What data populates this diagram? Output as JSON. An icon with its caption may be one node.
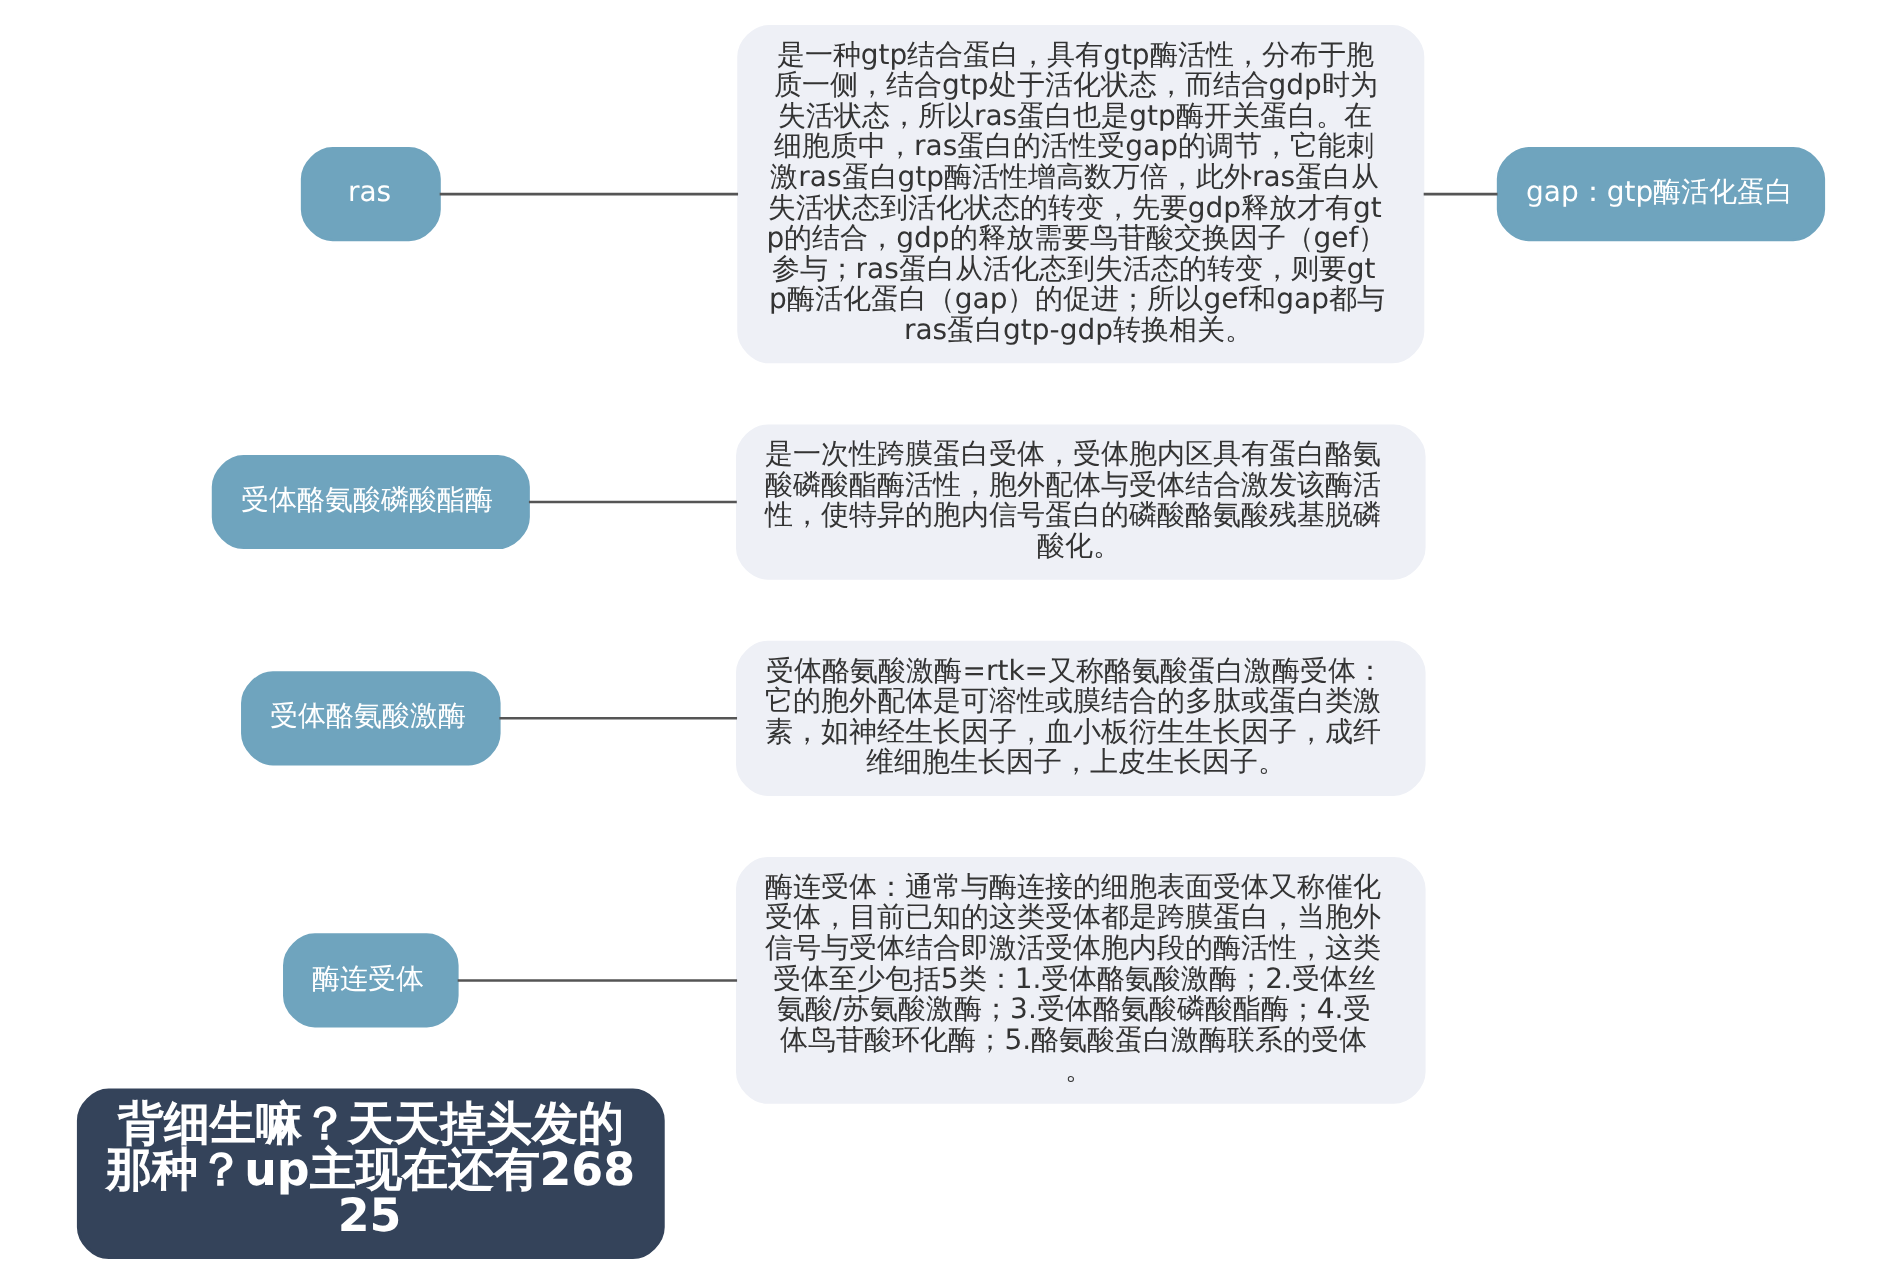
{
  "diagram": {
    "nodes": [
      {
        "text": [
          "背细生嘛？天天掉头发的那种？up主现在还有26825"
        ]
      },
      {
        "text": [
          "酶连受体"
        ]
      },
      {
        "text": [
          "酶连受体：通常与酶连接的细胞表面受体又称催化受体，目前已知的这类受体都是跨膜蛋白，当胞外信号与受体结合即激活受体胞内段的酶活性，这类受体至少包括5类：1.受体酪氨酸激酶；2.受体丝氨酸/苏氨酸激酶；3.受体酪氨酸磷酸酯酶；4.受体鸟苷酸环化酶；5.酪氨酸蛋白激酶联系的受体。"
        ]
      },
      {
        "text": [
          "受体酪氨酸激酶"
        ]
      },
      {
        "text": [
          "受体酪氨酸激酶=rtk=又称酪氨酸蛋白激酶受体：它的胞外配体是可溶性或膜结合的多肽或蛋白类激素，如神经生长因子，血小板衍生生长因子，成纤维细胞生长因子，上皮生长因子。"
        ]
      },
      {
        "text": [
          "受体酪氨酸磷酸酯酶"
        ]
      },
      {
        "text": [
          "是一次性跨膜蛋白受体，受体胞内区具有蛋白酪氨酸磷酸酯酶活性，胞外配体与受体结合激发该酶活性，使特异的胞内信号蛋白的磷酸酪氨酸残基脱磷酸化。"
        ]
      },
      {
        "text": [
          "ras"
        ]
      },
      {
        "text": [
          "是一种gtp结合蛋白，具有gtp酶活性，分布于胞质一侧，结合gtp处于活化状态，而结合gdp时为失活状态，所以ras蛋白也是gtp酶开关蛋白。在细胞质中，ras蛋白的活性受gap的调节，它能刺激ras蛋白gtp酶活性增高数万倍，此外ras蛋白从失活状态到活化状态的转变，先要gdp释放才有gtp的结合，gdp的释放需要鸟苷酸交换因子（gef）参与；ras蛋白从活化态到失活态的转变，则要gtp酶活化蛋白（gap）的促进；所以gef和gap都与ras蛋白gtp-gdp转换相关。"
        ]
      },
      {
        "text": [
          "gap：gtp酶活化蛋白"
        ]
      }
    ],
    "edges": [
      {
        "from": 1,
        "to": 2,
        "arrow": "none"
      },
      {
        "from": 3,
        "to": 4,
        "arrow": "none"
      },
      {
        "from": 5,
        "to": 6,
        "arrow": "none"
      },
      {
        "from": 7,
        "to": 8,
        "arrow": "none"
      },
      {
        "from": 8,
        "to": 9,
        "arrow": "none"
      }
    ]
  }
}
